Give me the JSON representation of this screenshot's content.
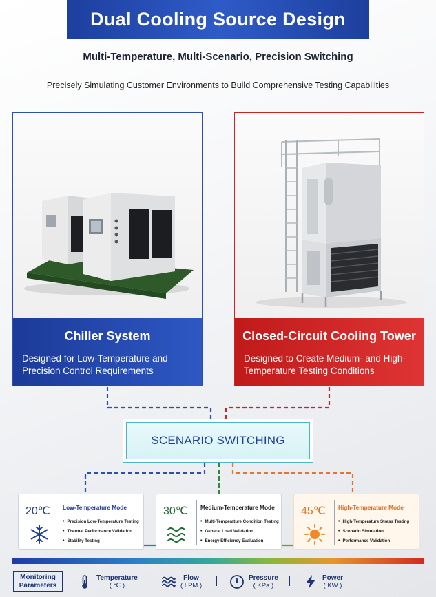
{
  "header": {
    "title": "Dual Cooling Source Design",
    "subtitle": "Multi-Temperature, Multi-Scenario, Precision Switching",
    "tagline": "Precisely Simulating Customer Environments to Build Comprehensive Testing Capabilities"
  },
  "cards": {
    "chiller": {
      "title": "Chiller System",
      "description": "Designed for Low-Temperature and Precision Control Requirements"
    },
    "tower": {
      "title": "Closed-Circuit Cooling Tower",
      "description": "Designed to Create Medium- and High-Temperature Testing Conditions"
    }
  },
  "switching": {
    "label": "SCENARIO SWITCHING"
  },
  "modes": {
    "low": {
      "temp": "20℃",
      "title": "Low-Temperature Mode",
      "items": [
        "Precision Low-Temperature Testing",
        "Thermal Performance Validation",
        "Stability Testing"
      ]
    },
    "mid": {
      "temp": "30℃",
      "title": "Medium-Temperature Mode",
      "items": [
        "Multi-Temperature Condition Testing",
        "General Load Validation",
        "Energy Efficiency Evaluation"
      ]
    },
    "high": {
      "temp": "45℃",
      "title": "High-Temperature Mode",
      "items": [
        "High-Temperature Stress Testing",
        "Scenario Simulation",
        "Performance Validation"
      ]
    }
  },
  "monitoring": {
    "label_line1": "Monitoring",
    "label_line2": "Parameters",
    "params": [
      {
        "name": "Temperature",
        "unit": "( ℃ )",
        "icon": "thermometer-icon"
      },
      {
        "name": "Flow",
        "unit": "( LPM )",
        "icon": "waves-icon"
      },
      {
        "name": "Pressure",
        "unit": "( KPa )",
        "icon": "gauge-icon"
      },
      {
        "name": "Power",
        "unit": "( KW )",
        "icon": "lightning-icon"
      }
    ]
  },
  "colors": {
    "blue": "#2c4fb3",
    "red": "#cc2424",
    "green": "#2e8b3e",
    "orange": "#e8732a",
    "teal": "#4bb6c9"
  }
}
